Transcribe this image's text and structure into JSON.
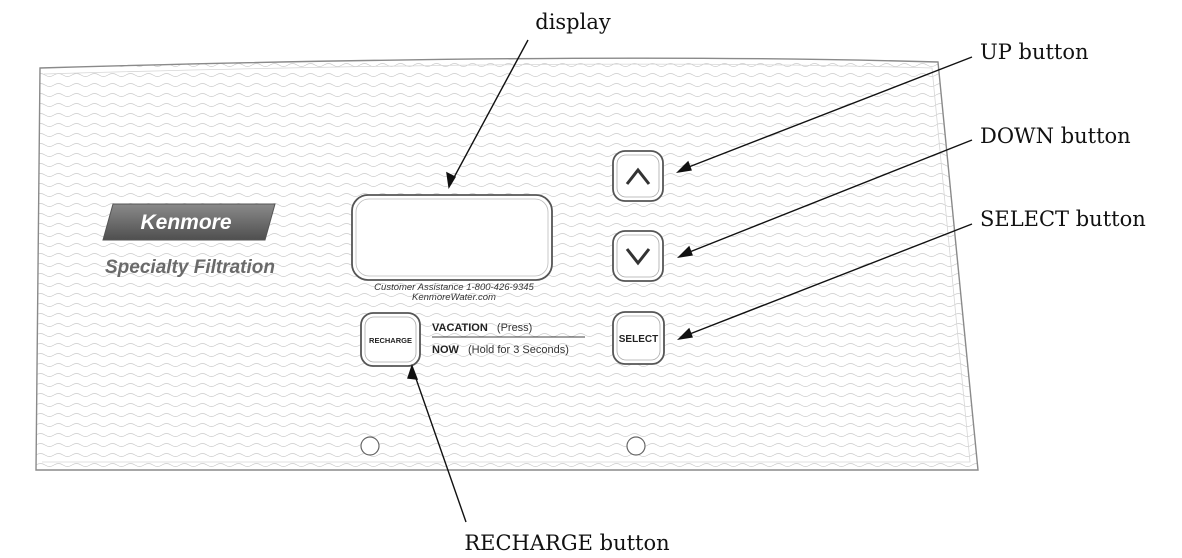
{
  "callouts": {
    "display": "display",
    "up": "UP button",
    "down": "DOWN button",
    "select": "SELECT button",
    "recharge": "RECHARGE button"
  },
  "brand": {
    "logo": "Kenmore",
    "subtitle": "Specialty Filtration"
  },
  "panel": {
    "customer_assistance": "Customer Assistance  1-800-426-9345",
    "website": "KenmoreWater.com",
    "recharge_label": "RECHARGE",
    "vacation_label": "VACATION",
    "vacation_hint": "(Press)",
    "now_label": "NOW",
    "now_hint": "(Hold for 3 Seconds)",
    "select_label": "SELECT"
  },
  "icons": {
    "up": "chevron-up-icon",
    "down": "chevron-down-icon"
  },
  "colors": {
    "panel_border": "#8a8a8a",
    "logo_fill": "#6f6f6f",
    "text": "#111111"
  }
}
